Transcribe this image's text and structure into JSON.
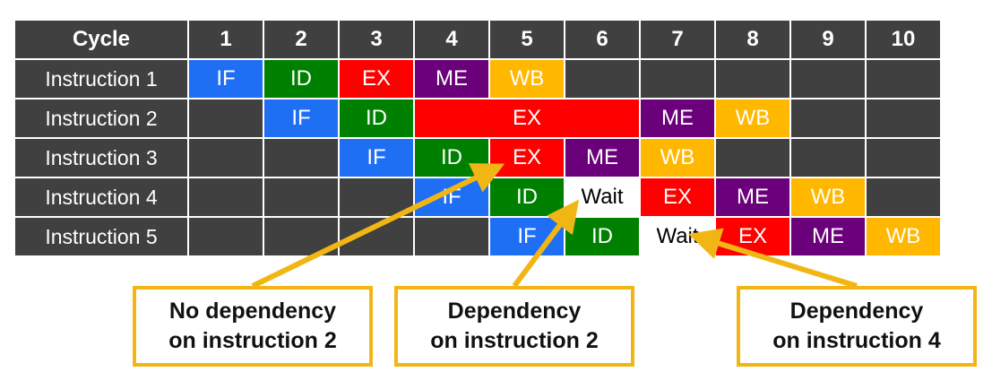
{
  "colors": {
    "IF": "#1f6ff5",
    "ID": "#008000",
    "EX": "#ff0000",
    "ME": "#6a007a",
    "WB": "#ffb700",
    "Wait": "#ffffff",
    "empty": "#404040",
    "header": "#404040",
    "arrow": "#f2b614"
  },
  "table": {
    "header": [
      "Cycle",
      "1",
      "2",
      "3",
      "4",
      "5",
      "6",
      "7",
      "8",
      "9",
      "10"
    ],
    "rows": [
      {
        "label": "Instruction 1",
        "cells": [
          {
            "stage": "IF",
            "start": 1,
            "span": 1
          },
          {
            "stage": "ID",
            "start": 2,
            "span": 1
          },
          {
            "stage": "EX",
            "start": 3,
            "span": 1
          },
          {
            "stage": "ME",
            "start": 4,
            "span": 1
          },
          {
            "stage": "WB",
            "start": 5,
            "span": 1
          }
        ]
      },
      {
        "label": "Instruction 2",
        "cells": [
          {
            "stage": "IF",
            "start": 2,
            "span": 1
          },
          {
            "stage": "ID",
            "start": 3,
            "span": 1
          },
          {
            "stage": "EX",
            "start": 4,
            "span": 3
          },
          {
            "stage": "ME",
            "start": 7,
            "span": 1
          },
          {
            "stage": "WB",
            "start": 8,
            "span": 1
          }
        ]
      },
      {
        "label": "Instruction 3",
        "cells": [
          {
            "stage": "IF",
            "start": 3,
            "span": 1
          },
          {
            "stage": "ID",
            "start": 4,
            "span": 1
          },
          {
            "stage": "EX",
            "start": 5,
            "span": 1
          },
          {
            "stage": "ME",
            "start": 6,
            "span": 1
          },
          {
            "stage": "WB",
            "start": 7,
            "span": 1
          }
        ]
      },
      {
        "label": "Instruction 4",
        "cells": [
          {
            "stage": "IF",
            "start": 4,
            "span": 1
          },
          {
            "stage": "ID",
            "start": 5,
            "span": 1
          },
          {
            "stage": "Wait",
            "start": 6,
            "span": 1
          },
          {
            "stage": "EX",
            "start": 7,
            "span": 1
          },
          {
            "stage": "ME",
            "start": 8,
            "span": 1
          },
          {
            "stage": "WB",
            "start": 9,
            "span": 1
          }
        ]
      },
      {
        "label": "Instruction 5",
        "cells": [
          {
            "stage": "IF",
            "start": 5,
            "span": 1
          },
          {
            "stage": "ID",
            "start": 6,
            "span": 1
          },
          {
            "stage": "Wait",
            "start": 7,
            "span": 1
          },
          {
            "stage": "EX",
            "start": 8,
            "span": 1
          },
          {
            "stage": "ME",
            "start": 9,
            "span": 1
          },
          {
            "stage": "WB",
            "start": 10,
            "span": 1
          }
        ]
      }
    ]
  },
  "callouts": [
    {
      "id": "no-dependency",
      "line1": "No dependency",
      "line2": "on instruction 2"
    },
    {
      "id": "dependency-2",
      "line1": "Dependency",
      "line2": "on instruction 2"
    },
    {
      "id": "dependency-4",
      "line1": "Dependency",
      "line2": "on instruction 4"
    }
  ]
}
